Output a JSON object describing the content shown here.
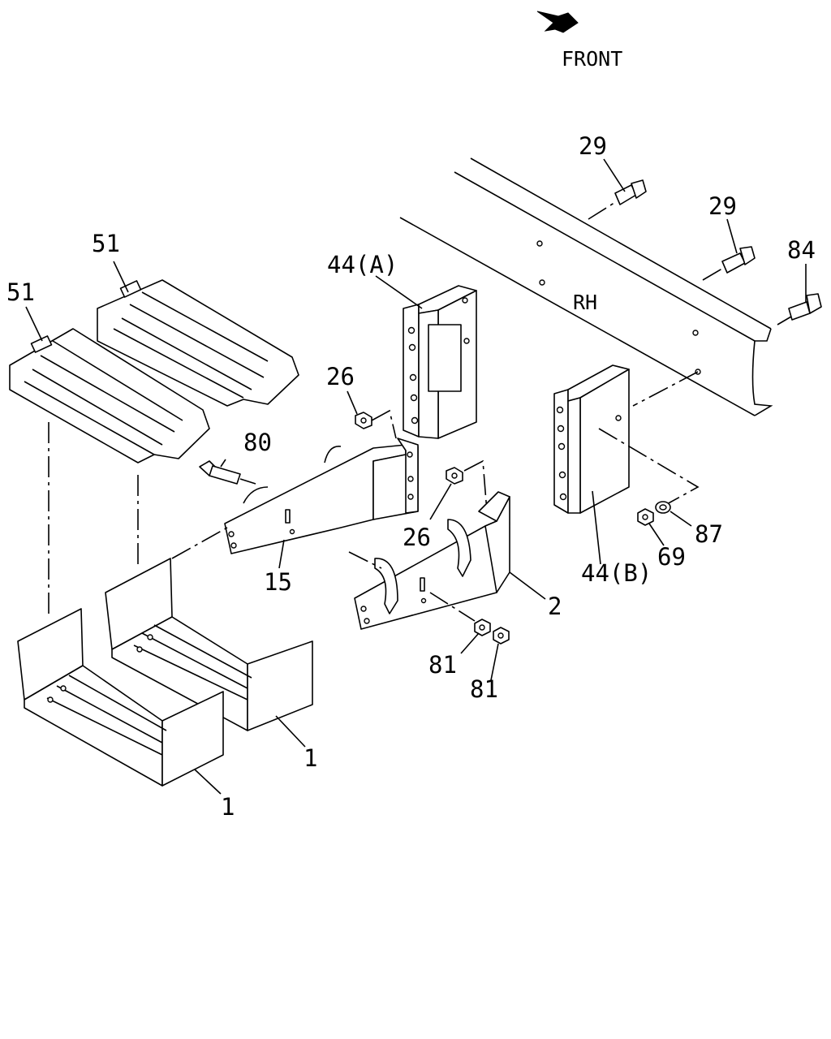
{
  "header": {
    "direction_label": "FRONT",
    "direction_icon": "arrow-icon"
  },
  "frame": {
    "side_label": "RH"
  },
  "callouts": [
    {
      "id": "c51a",
      "text": "51"
    },
    {
      "id": "c51b",
      "text": "51"
    },
    {
      "id": "c29a",
      "text": "29"
    },
    {
      "id": "c29b",
      "text": "29"
    },
    {
      "id": "c84",
      "text": "84"
    },
    {
      "id": "c44a",
      "text": "44(A)"
    },
    {
      "id": "c26a",
      "text": "26"
    },
    {
      "id": "c80",
      "text": "80"
    },
    {
      "id": "c26b",
      "text": "26"
    },
    {
      "id": "c15",
      "text": "15"
    },
    {
      "id": "c2",
      "text": "2"
    },
    {
      "id": "c44b",
      "text": "44(B)"
    },
    {
      "id": "c69",
      "text": "69"
    },
    {
      "id": "c87",
      "text": "87"
    },
    {
      "id": "c81a",
      "text": "81"
    },
    {
      "id": "c81b",
      "text": "81"
    },
    {
      "id": "c1a",
      "text": "1"
    },
    {
      "id": "c1b",
      "text": "1"
    }
  ]
}
